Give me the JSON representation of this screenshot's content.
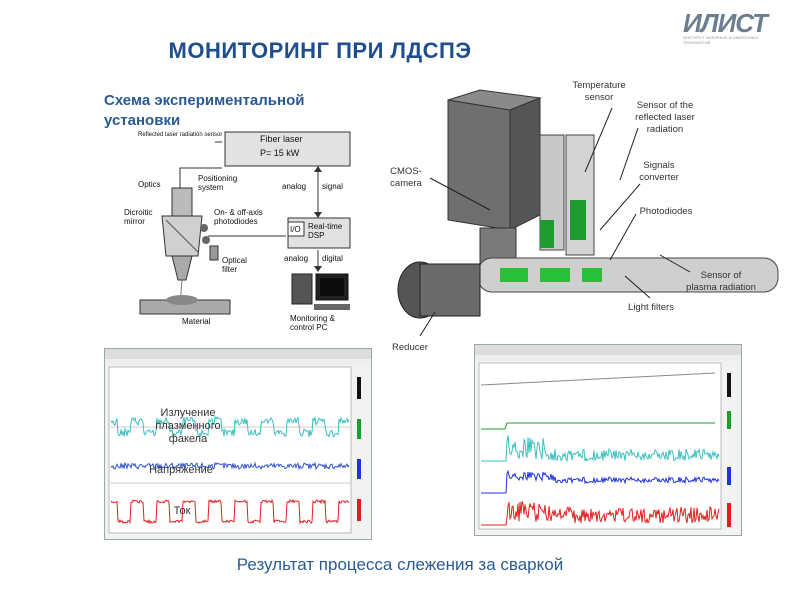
{
  "title": "МОНИТОРИНГ  ПРИ ЛДСПЭ",
  "subtitle": "Схема экспериментальной установки",
  "caption": "Результат процесса слежения за сваркой",
  "logo": {
    "text": "ИЛИСТ",
    "sub": "ИНСТИТУТ ЛАЗЕРНЫХ И СВАРОЧНЫХ ТЕХНОЛОГИЙ"
  },
  "schematic": {
    "fiber_laser": "Fiber laser",
    "power": "P= 15 kW",
    "reflected_sensor": "Reflected laser radiation sensor",
    "optics": "Optics",
    "positioning": "Positioning system",
    "dichroic": "Dicroitic mirror",
    "onoff": "On- & off-axis photodiodes",
    "optical_filter": "Optical filter",
    "material": "Material",
    "analog1": "analog",
    "signal": "signal",
    "io": "I/O",
    "dsp": "Real-time DSP",
    "analog2": "analog",
    "digital": "digital",
    "pc": "Monitoring & control PC"
  },
  "device": {
    "temperature": "Temperature sensor",
    "reflected": "Sensor of the reflected laser radiation",
    "cmos": "CMOS-camera",
    "signals": "Signals converter",
    "photodiodes": "Photodiodes",
    "plasma": "Sensor of plasma radiation",
    "filters": "Light filters",
    "reducer": "Reducer"
  },
  "plot_left": {
    "l1": "Излучение плазменного факела",
    "l2": "Напряжение",
    "l3": "Ток"
  },
  "colors": {
    "title": "#1f4e8c",
    "cyan": "#3cc0c0",
    "blue": "#2233dd",
    "red": "#e02020",
    "green": "#1aa02a"
  }
}
